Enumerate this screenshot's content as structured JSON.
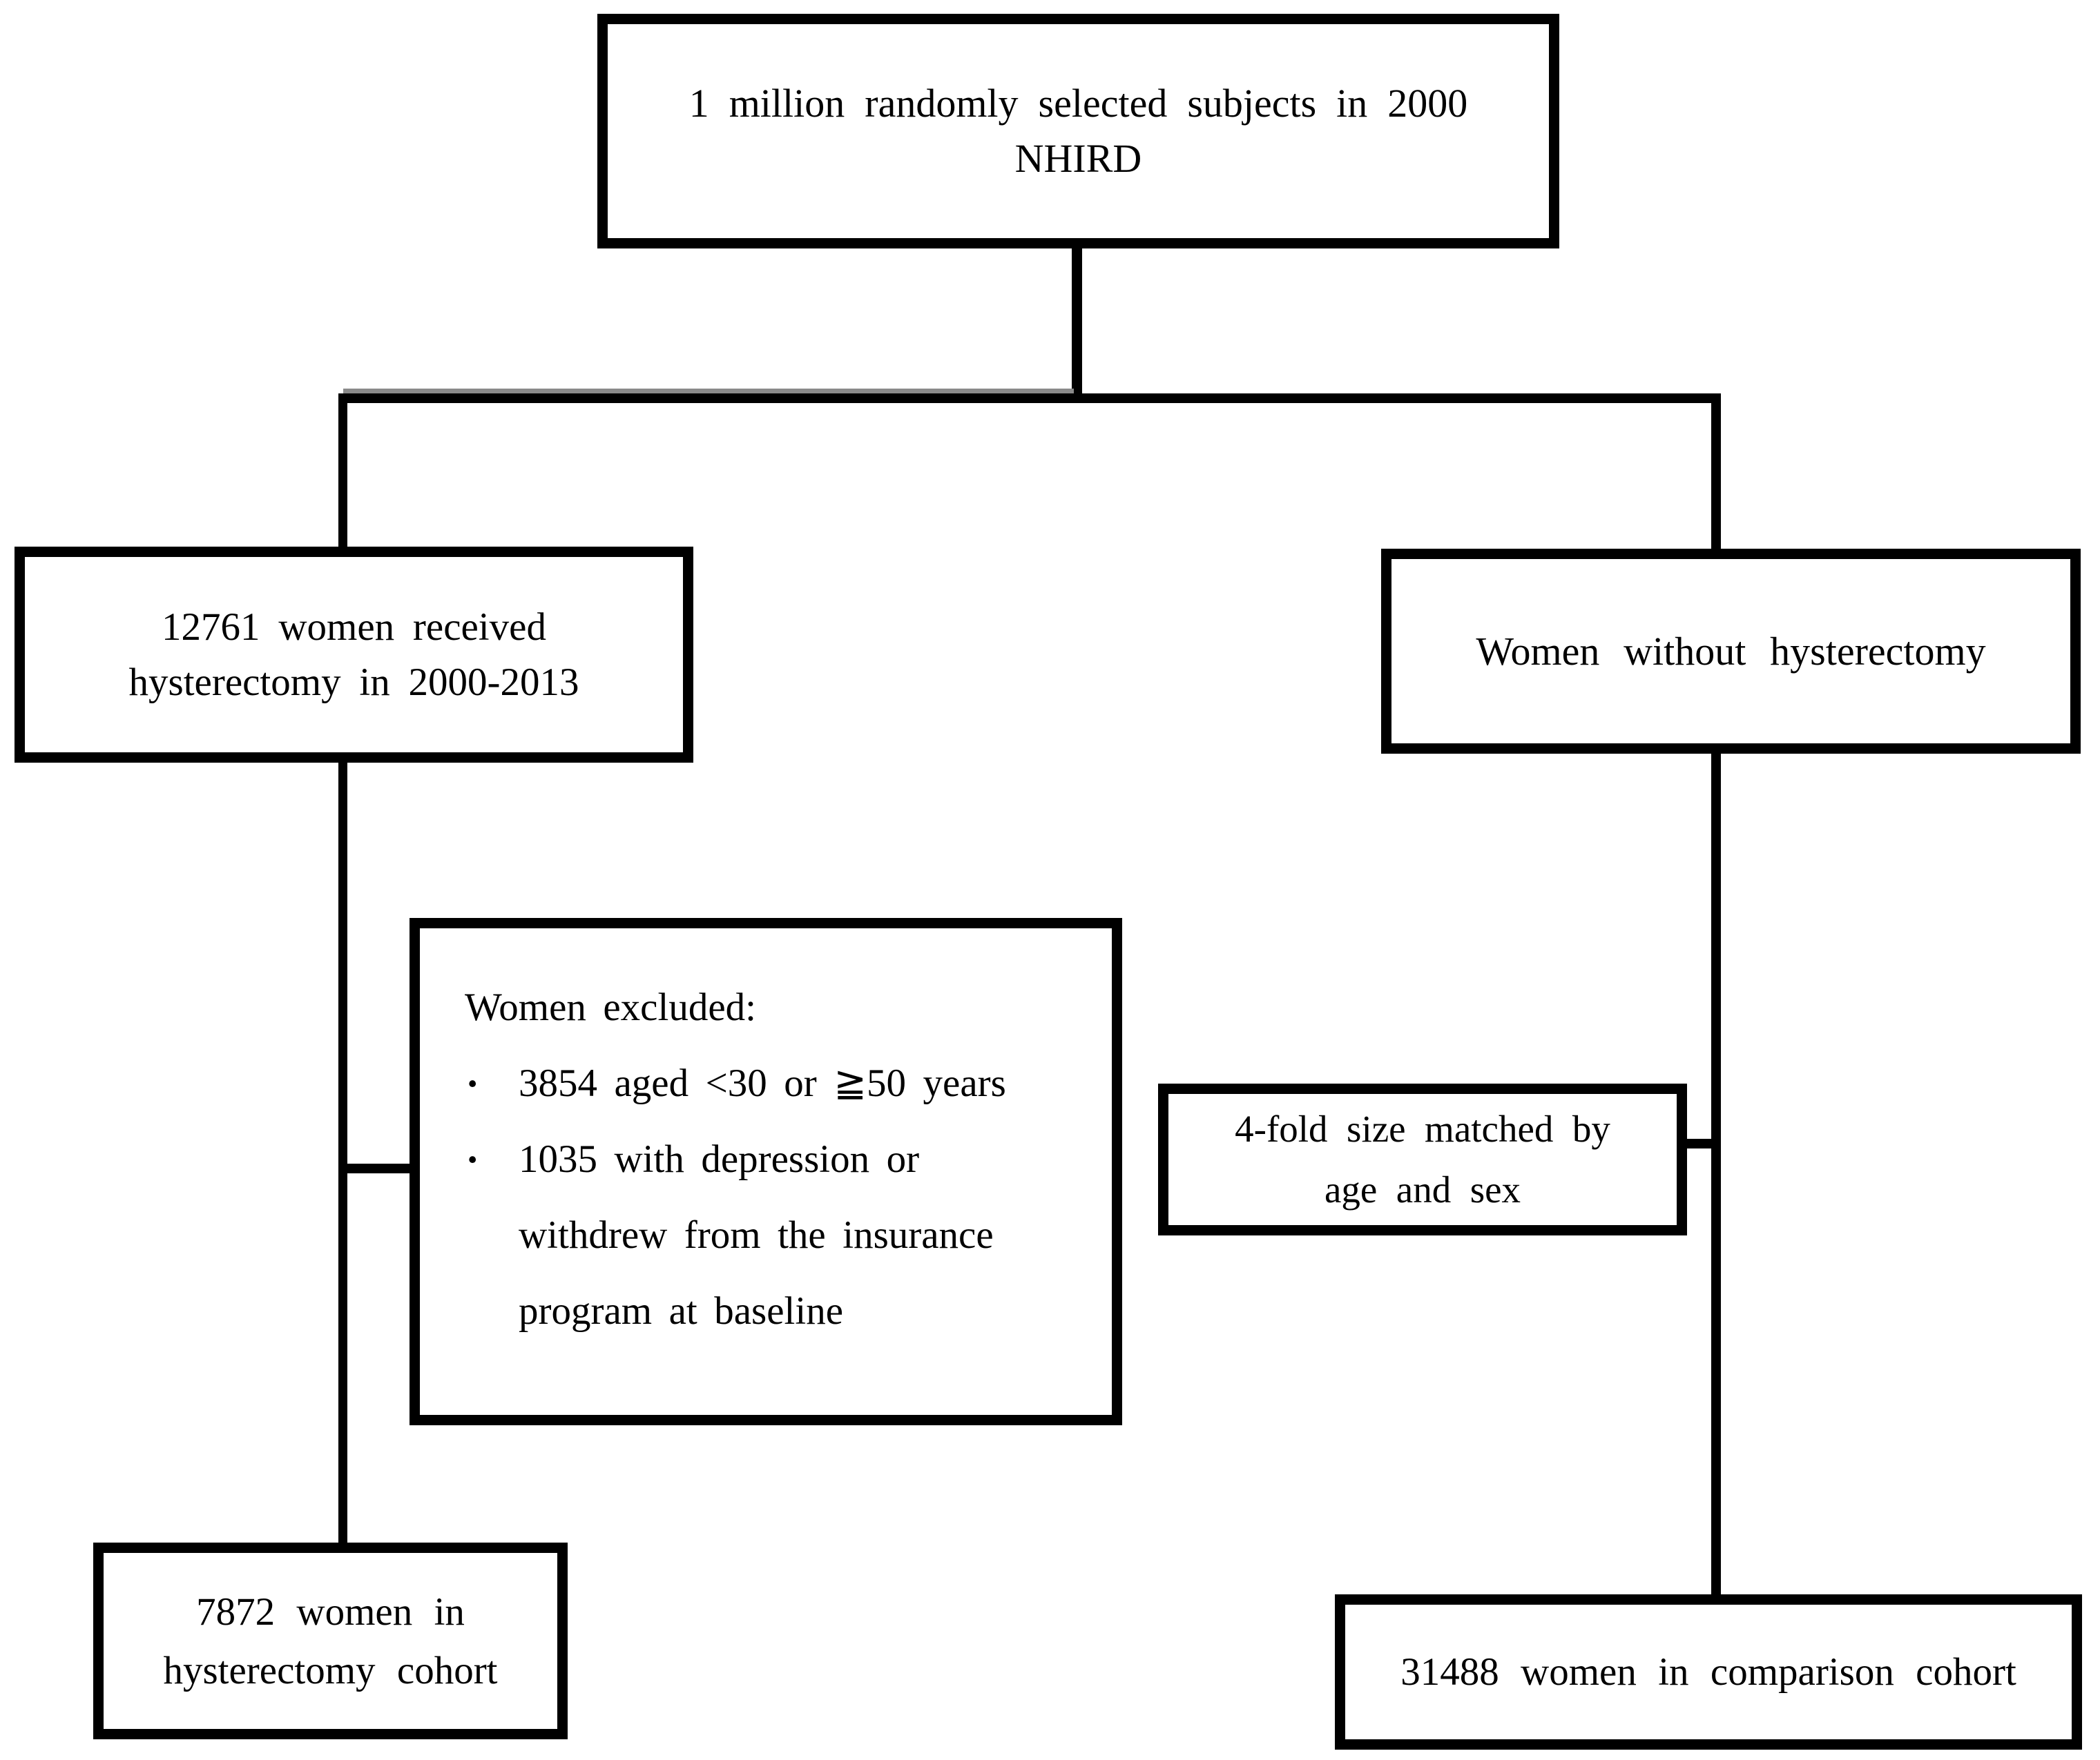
{
  "diagram": {
    "title_semantic": "cohort selection flowchart",
    "ink_color": "#000000",
    "background_color": "#ffffff",
    "shadow_artifact_color": "#8a8a8a",
    "nodes": {
      "top": {
        "line1": "1 million randomly selected subjects in 2000",
        "line2": "NHIRD"
      },
      "left": {
        "line1": "12761 women received",
        "line2": "hysterectomy in 2000-2013"
      },
      "right": {
        "line1": "Women without hysterectomy"
      },
      "excluded": {
        "heading": "Women excluded:",
        "bullet_glyph": "•",
        "bullet1": "3854 aged <30 or ≧50 years",
        "bullet2": "1035 with depression or",
        "bullet2_cont1": "withdrew from the insurance",
        "bullet2_cont2": "program at baseline"
      },
      "matched": {
        "line1": "4-fold size matched by",
        "line2": "age and sex"
      },
      "bottom_left": {
        "line1": "7872 women in",
        "line2": "hysterectomy cohort"
      },
      "bottom_right": {
        "line1": "31488 women in comparison cohort"
      }
    }
  }
}
